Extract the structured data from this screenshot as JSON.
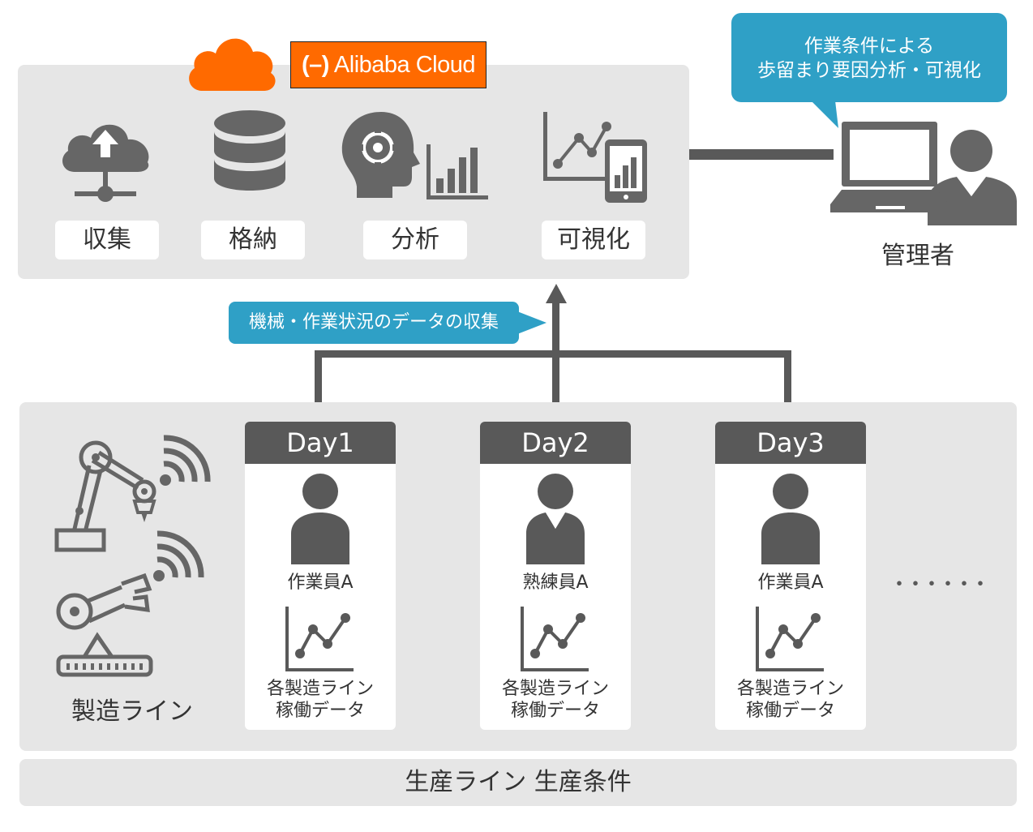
{
  "brand": {
    "logo_glyph": "(–)",
    "name": "Alibaba Cloud",
    "color": "#ff6a00"
  },
  "colors": {
    "panel": "#e6e6e6",
    "icon": "#666666",
    "dark": "#595959",
    "callout": "#2fa0c6"
  },
  "cloud_stages": [
    {
      "label": "収集",
      "icon": "cloud-upload-network-icon"
    },
    {
      "label": "格納",
      "icon": "database-icon"
    },
    {
      "label": "分析",
      "icon": "ai-head-chart-icon"
    },
    {
      "label": "可視化",
      "icon": "chart-tablet-icon"
    }
  ],
  "manager": {
    "callout_line1": "作業条件による",
    "callout_line2": "歩留まり要因分析・可視化",
    "label": "管理者"
  },
  "collection_callout": "機械・作業状況のデータの収集",
  "manufacturing": {
    "label": "製造ライン"
  },
  "days": [
    {
      "title": "Day1",
      "worker": "作業員A",
      "data_line1": "各製造ライン",
      "data_line2": "稼働データ"
    },
    {
      "title": "Day2",
      "worker": "熟練員A",
      "data_line1": "各製造ライン",
      "data_line2": "稼働データ"
    },
    {
      "title": "Day3",
      "worker": "作業員A",
      "data_line1": "各製造ライン",
      "data_line2": "稼働データ"
    }
  ],
  "more_indicator": "・・・・・・",
  "footer": {
    "label": "生産ライン 生産条件"
  }
}
